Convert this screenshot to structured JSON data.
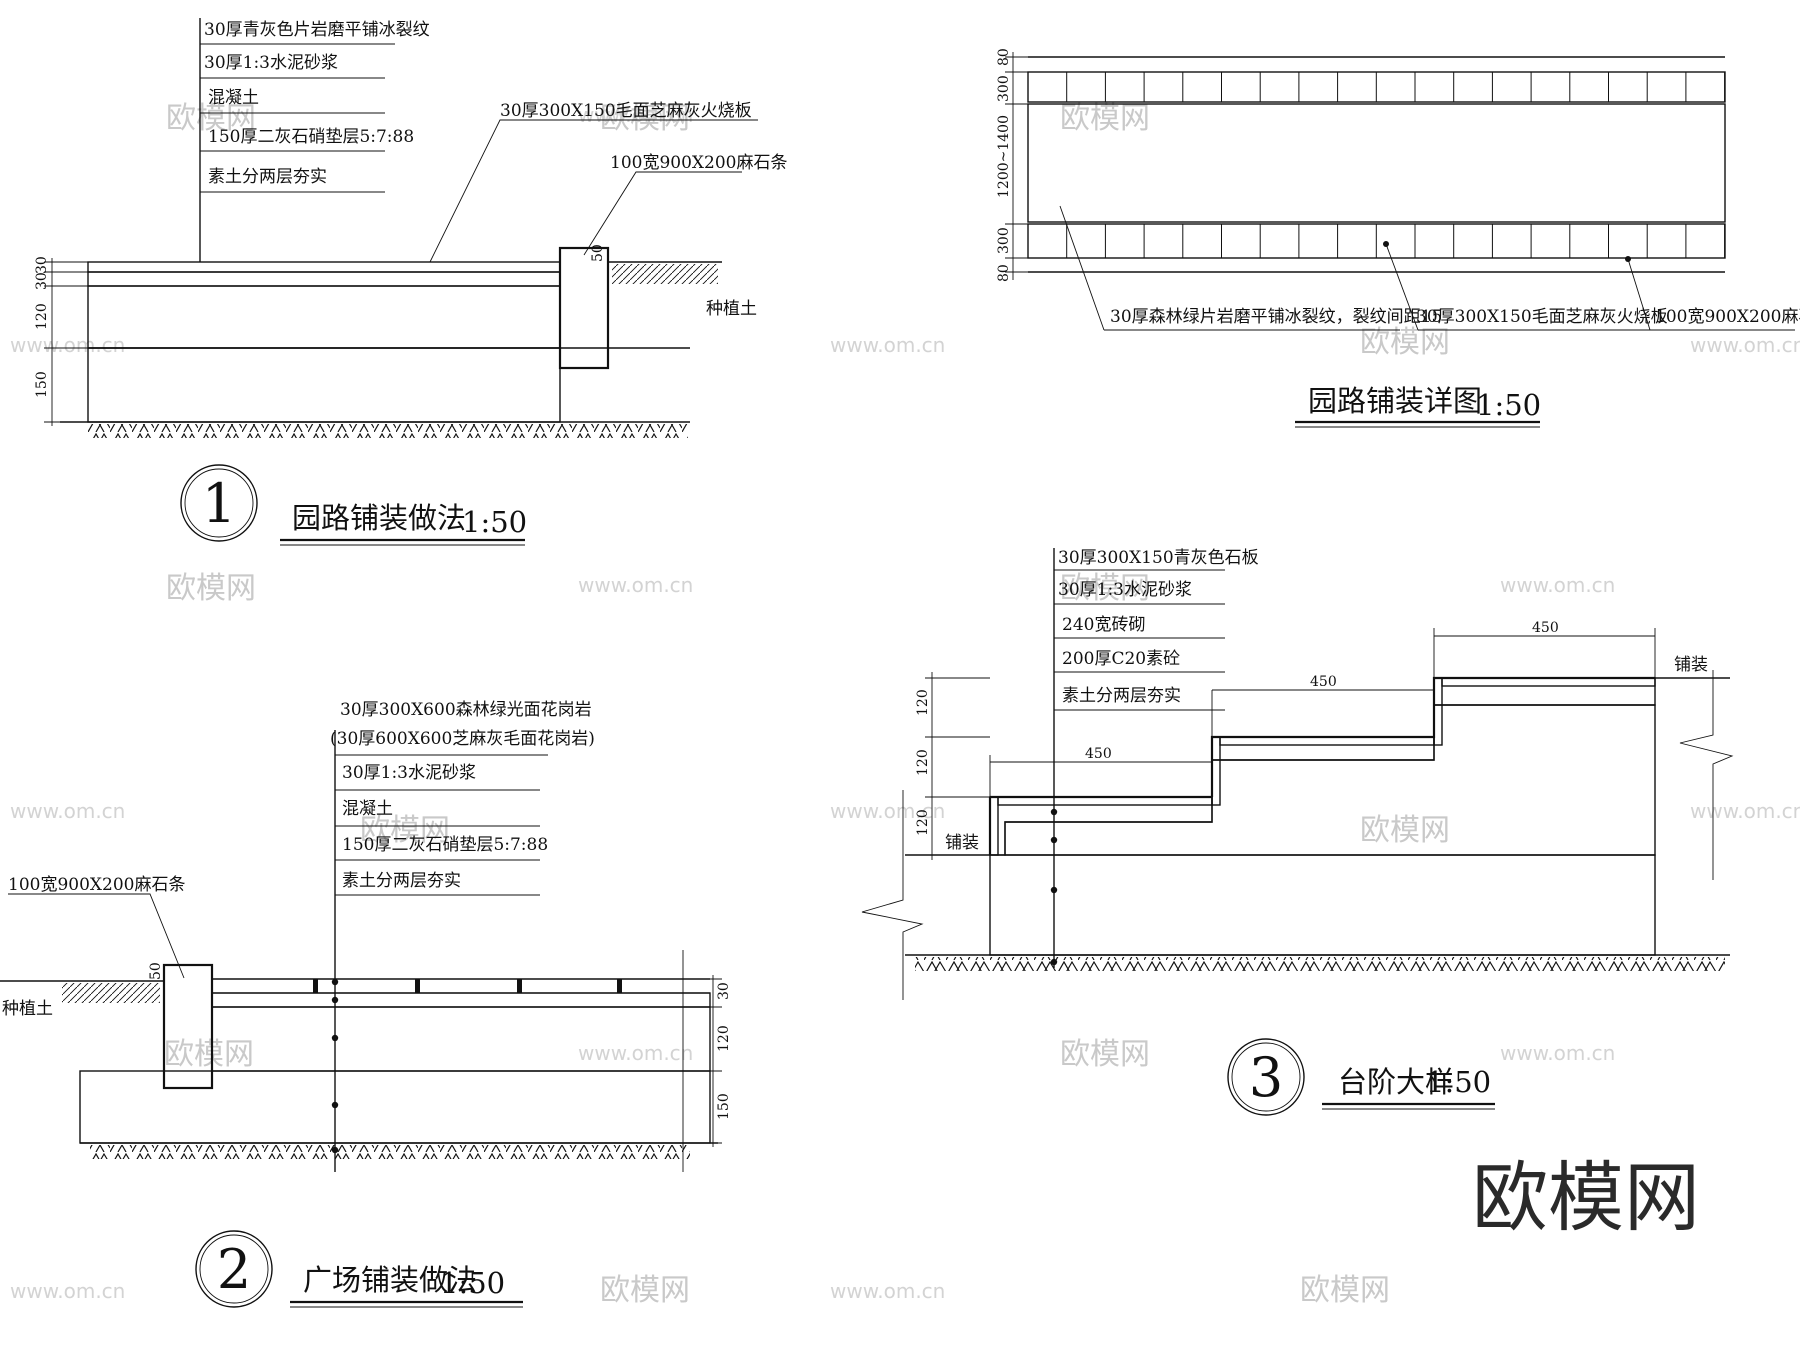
{
  "watermark": {
    "brand": "欧模网",
    "url": "www.om.cn",
    "logo": "欧模网"
  },
  "detail1": {
    "number": "1",
    "title": "园路铺装做法",
    "scale": "1:50",
    "layers": [
      "30厚青灰色片岩磨平铺冰裂纹",
      "30厚1:3水泥砂浆",
      "混凝土",
      "150厚二灰石硝垫层5:7:88",
      "素土分两层夯实"
    ],
    "label_board": "30厚300X150毛面芝麻灰火烧板",
    "label_curb": "100宽900X200麻石条",
    "label_soil": "种植土",
    "dims": [
      "30",
      "30",
      "120",
      "150"
    ],
    "curb_dim": "50"
  },
  "detail_plan": {
    "title": "园路铺装详图",
    "scale": "1:50",
    "label_crack": "30厚森林绿片岩磨平铺冰裂纹，裂纹间距15",
    "label_board": "30厚300X150毛面芝麻灰火烧板",
    "label_curb": "100宽900X200麻石条",
    "dims": [
      "80",
      "300",
      "1200~1400",
      "300",
      "80"
    ]
  },
  "detail2": {
    "number": "2",
    "title": "广场铺装做法",
    "scale": "1:50",
    "layers": [
      "30厚300X600森林绿光面花岗岩",
      "(30厚600X600芝麻灰毛面花岗岩)",
      "30厚1:3水泥砂浆",
      "混凝土",
      "150厚二灰石硝垫层5:7:88",
      "素土分两层夯实"
    ],
    "label_curb": "100宽900X200麻石条",
    "label_soil": "种植土",
    "dims": [
      "30",
      "120",
      "150"
    ],
    "curb_dim": "50"
  },
  "detail3": {
    "number": "3",
    "title": "台阶大样",
    "scale": "1:50",
    "layers": [
      "30厚300X150青灰色石板",
      "30厚1:3水泥砂浆",
      "240宽砖砌",
      "200厚C20素砼",
      "素土分两层夯实"
    ],
    "label_pave_left": "铺装",
    "label_pave_right": "铺装",
    "tread_dims": [
      "450",
      "450",
      "450"
    ],
    "riser_dims": [
      "120",
      "120",
      "120"
    ]
  }
}
